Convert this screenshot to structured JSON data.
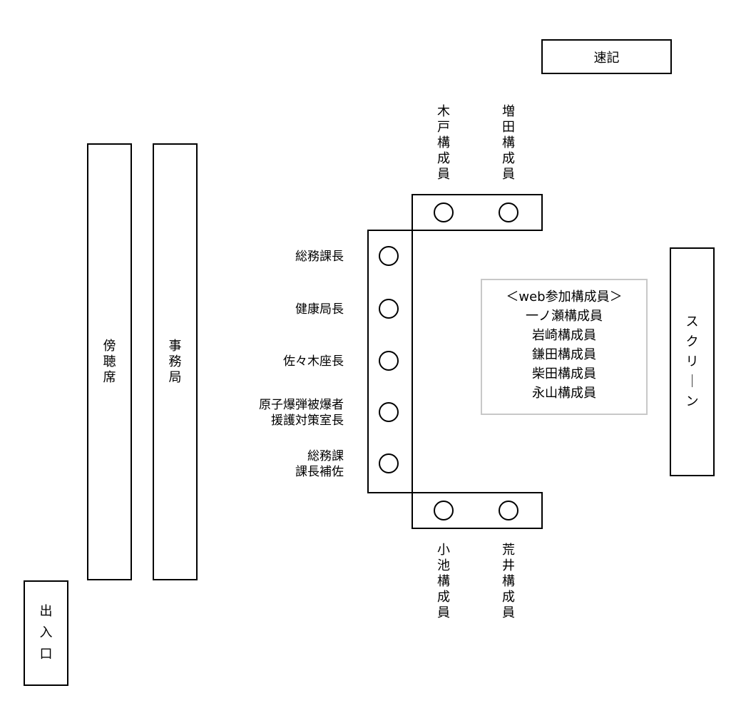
{
  "stenography": "速記",
  "gallery": "傍聴席",
  "secretariat": "事務局",
  "entrance": "出入口",
  "screen": "スクリーン",
  "top_members": {
    "left": "木戸構成員",
    "right": "増田構成員"
  },
  "bottom_members": {
    "left": "小池構成員",
    "right": "荒井構成員"
  },
  "left_seats": [
    "総務課長",
    "健康局長",
    "佐々木座長",
    "原子爆弾被爆者\n援護対策室長",
    "総務課\n課長補佐"
  ],
  "web_participants": {
    "heading": "＜web参加構成員＞",
    "names": [
      "一ノ瀬構成員",
      "岩崎構成員",
      "鎌田構成員",
      "柴田構成員",
      "永山構成員"
    ]
  }
}
